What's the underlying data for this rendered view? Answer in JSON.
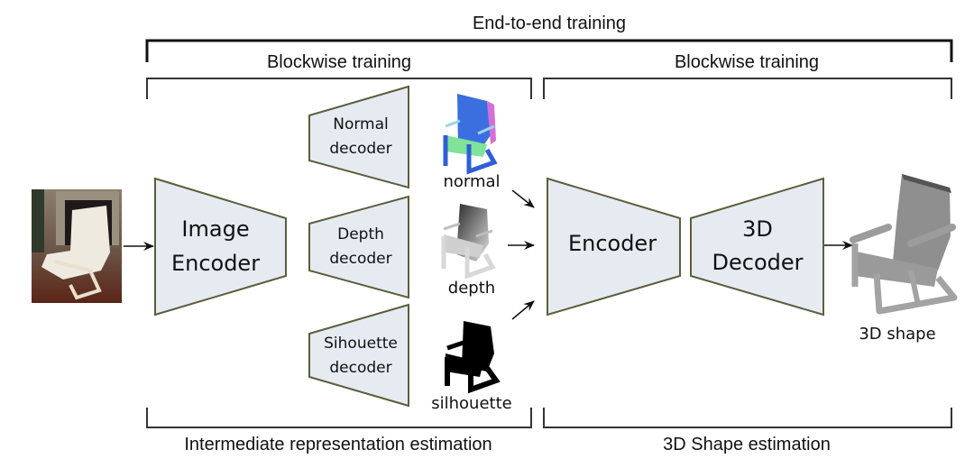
{
  "brackets": {
    "end_to_end": "End-to-end training",
    "blockwise_left": "Blockwise training",
    "blockwise_right": "Blockwise training",
    "bottom_left": "Intermediate representation estimation",
    "bottom_right": "3D Shape estimation"
  },
  "blocks": {
    "image_encoder": [
      "Image",
      "Encoder"
    ],
    "normal_decoder": [
      "Normal",
      "decoder"
    ],
    "depth_decoder": [
      "Depth",
      "decoder"
    ],
    "silhouette_decoder": [
      "Sihouette",
      "decoder"
    ],
    "encoder": "Encoder",
    "decoder_3d": [
      "3D",
      "Decoder"
    ]
  },
  "outputs": {
    "normal": "normal",
    "depth": "depth",
    "silhouette": "silhouette",
    "shape_3d": "3D shape"
  },
  "colors": {
    "block_fill": "#e5ebf0",
    "block_stroke": "#5b5e3c",
    "line": "#222222"
  }
}
